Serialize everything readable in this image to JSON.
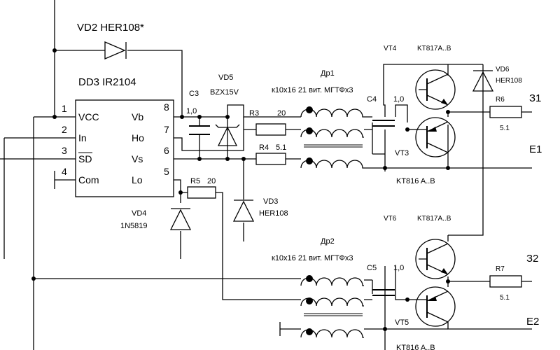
{
  "chip": {
    "name": "DD3 IR2104",
    "pins_left": [
      {
        "num": "1",
        "label": "VCC"
      },
      {
        "num": "2",
        "label": "In"
      },
      {
        "num": "3",
        "label": "SD"
      },
      {
        "num": "4",
        "label": "Com"
      }
    ],
    "pins_right": [
      {
        "num": "8",
        "label": "Vb"
      },
      {
        "num": "7",
        "label": "Ho"
      },
      {
        "num": "6",
        "label": "Vs"
      },
      {
        "num": "5",
        "label": "Lo"
      }
    ]
  },
  "components": {
    "vd2": "VD2  HER108*",
    "c3": "C3",
    "c3_value": "1,0",
    "vd5": "VD5",
    "vd5_type": "BZX15V",
    "r3": "R3",
    "r3_value": "20",
    "r4": "R4",
    "r4_value": "5.1",
    "dr1": "Др1",
    "dr1_spec": "к10х16 21 вит. МГТФх3",
    "c4": "C4",
    "c4_value": "1,0",
    "vt4": "VT4",
    "vt4_type": "KT817A..B",
    "vt3": "VT3",
    "vt3_type": "KT816 A..B",
    "vd6": "VD6",
    "vd6_type": "HER108",
    "r6": "R6",
    "r6_value": "5.1",
    "vd3": "VD3",
    "vd3_type": "HER108",
    "r5": "R5",
    "r5_value": "20",
    "vd4": "VD4",
    "vd4_type": "1N5819",
    "dr2": "Др2",
    "dr2_spec": "к10х16 21 вит. МГТФх3",
    "c5": "C5",
    "c5_value": "1,0",
    "vt6": "VT6",
    "vt6_type": "KT817A..B",
    "vt5": "VT5",
    "vt5_type": "KT816 A..B",
    "r7": "R7",
    "r7_value": "5.1"
  },
  "outputs": {
    "z1": "З1",
    "e1": "E1",
    "z2": "З2",
    "e2": "E2"
  }
}
